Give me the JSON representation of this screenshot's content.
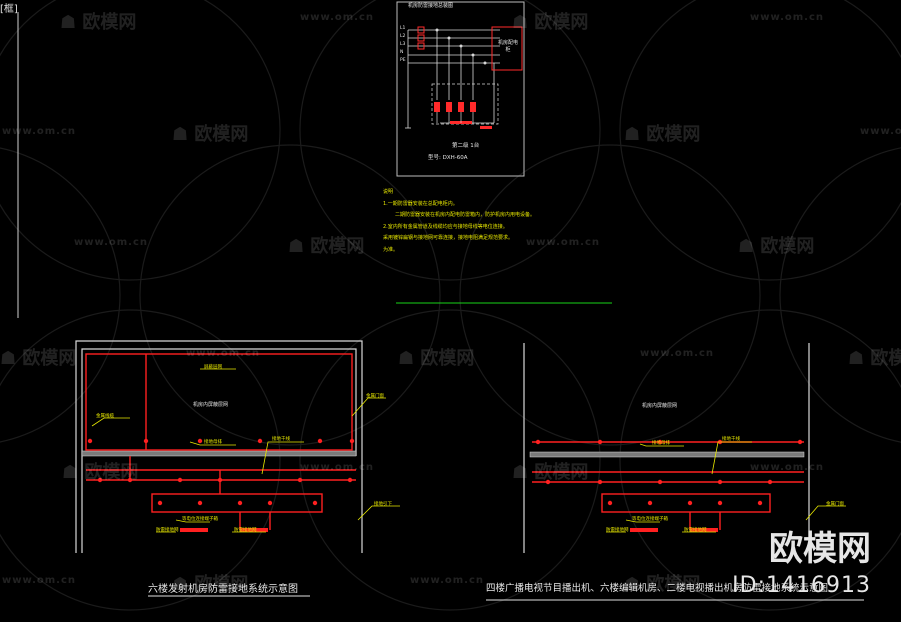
{
  "corner_tag": "[框]",
  "watermark": {
    "logo_text": "欧模网",
    "url_text": "www.om.cn"
  },
  "brand": {
    "name": "欧模网",
    "id": "ID:1416913"
  },
  "schematic": {
    "title": "机房防雷接地总装图",
    "device_label": "机房配电柜",
    "bus_labels": [
      "L1",
      "L2",
      "L3",
      "N",
      "PE"
    ],
    "line1": "第二级 1台",
    "line2": "型号: DXH-60A"
  },
  "notes": {
    "heading": "说明",
    "lines": [
      "1.一期防雷器安装在总配电柜内。",
      "二期防雷器安装在机房内配电防雷箱内，防护机房内用电设备。",
      "2.室内所有金属管道及线缆均应与接地母线等电位连接。",
      "采用镀锌扁钢与接地网可靠连接，接地电阻满足规范要求。",
      "为准。"
    ]
  },
  "plan_left": {
    "room_label": "机房内屏蔽层网",
    "callouts": [
      "屏蔽层网",
      "金属线缆",
      "接地母排",
      "接地干线",
      "金属门窗",
      "接地引下",
      "等电位连接端子箱",
      "防雷接地网"
    ],
    "caption": "六楼发射机房防雷接地系统示意图"
  },
  "plan_right": {
    "room_label": "机房内屏蔽层网",
    "callouts": [
      "接地母排",
      "接地干线",
      "等电位连接端子箱",
      "防雷接地网",
      "接地引下",
      "金属门窗"
    ],
    "caption": "四楼广播电视节目播出机、六楼编辑机房、二楼电视播出机房防雷接地系统示意图"
  }
}
